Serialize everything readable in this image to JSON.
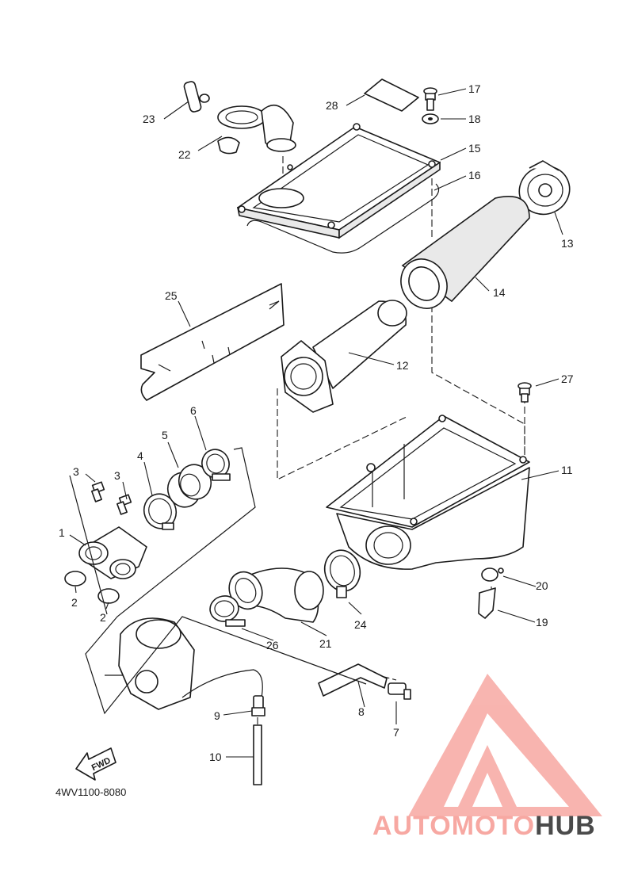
{
  "diagram": {
    "part_code": "4WV1100-8080",
    "fwd_label": "FWD",
    "callouts": [
      "1",
      "2",
      "2",
      "3",
      "3",
      "4",
      "5",
      "6",
      "7",
      "8",
      "9",
      "10",
      "11",
      "12",
      "13",
      "14",
      "15",
      "16",
      "17",
      "18",
      "19",
      "20",
      "21",
      "22",
      "23",
      "24",
      "25",
      "26",
      "27",
      "28"
    ]
  },
  "watermark": {
    "part1": "AUTOMOTO",
    "part2": "HUB",
    "color_primary": "#f7a8a2",
    "color_secondary": "#f9c89e",
    "color_dark": "#4a4a4a"
  }
}
